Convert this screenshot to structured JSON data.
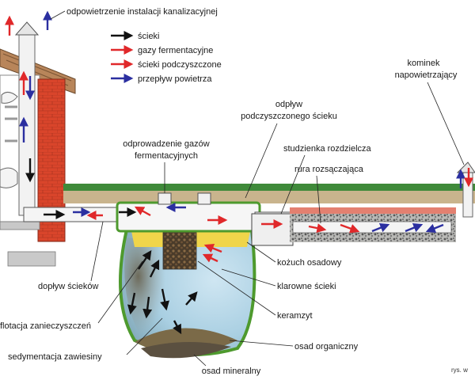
{
  "labels": {
    "vent_top": "odpowietrzenie instalacji kanalizacyjnej",
    "outflow_l1": "odpływ",
    "outflow_l2": "podczyszczonego ścieku",
    "gas_l1": "odprowadzenie gazów",
    "gas_l2": "fermentacyjnych",
    "distribution": "studzienka rozdzielcza",
    "drain_pipe": "rura rozsączająca",
    "chimney_l1": "kominek",
    "chimney_l2": "napowietrzający",
    "scum": "kożuch osadowy",
    "clarified": "klarowne ścieki",
    "claydite": "keramzyt",
    "organic": "osad organiczny",
    "mineral": "osad mineralny",
    "inflow": "dopływ ścieków",
    "flotation": "flotacja zanieczyszczeń",
    "sedimentation": "sedymentacja zawiesiny",
    "credit": "rys. w"
  },
  "legend": [
    {
      "label": "ścieki",
      "color": "#111111"
    },
    {
      "label": "gazy fermentacyjne",
      "color": "#e0282a"
    },
    {
      "label": "ścieki podczyszczone",
      "color": "#e0282a"
    },
    {
      "label": "przepływ powietrza",
      "color": "#2b2fa0"
    }
  ]
}
